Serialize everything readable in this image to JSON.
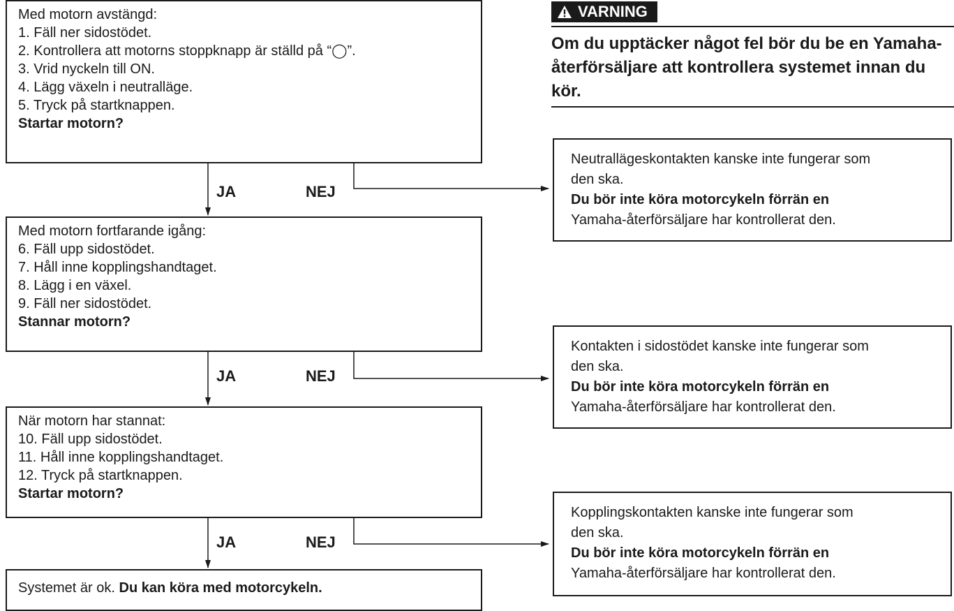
{
  "warning": {
    "title": "VARNING",
    "text": "Om du upptäcker något fel bör du be en Yamaha-återförsäljare att kontrollera systemet innan du kör."
  },
  "steps": [
    {
      "heading": "Med motorn avstängd:",
      "items": [
        "1. Fäll ner sidostödet.",
        "2. Kontrollera att motorns stoppknapp är ställd på “◯”.",
        "3. Vrid nyckeln till ON.",
        "4. Lägg växeln i neutralläge.",
        "5. Tryck på startknappen."
      ],
      "question": "Startar motorn?"
    },
    {
      "heading": "Med motorn fortfarande igång:",
      "items": [
        "6. Fäll upp sidostödet.",
        "7. Håll inne kopplingshandtaget.",
        "8. Lägg i en växel.",
        "9. Fäll ner sidostödet."
      ],
      "question": "Stannar motorn?"
    },
    {
      "heading": "När motorn har stannat:",
      "items": [
        "10. Fäll upp sidostödet.",
        "11. Håll inne kopplingshandtaget.",
        "12. Tryck på startknappen."
      ],
      "question": "Startar motorn?"
    }
  ],
  "final": {
    "plain": "Systemet är ok. ",
    "bold": "Du kan köra med motorcykeln."
  },
  "labels": {
    "yes": "JA",
    "no": "NEJ"
  },
  "results": [
    {
      "line1": "Neutrallägeskontakten kanske inte fungerar som",
      "line2": "den ska.",
      "line3": "Du bör inte köra motorcykeln förrän en",
      "line4": "Yamaha-återförsäljare har kontrollerat den."
    },
    {
      "line1": "Kontakten i sidostödet kanske inte fungerar som",
      "line2": "den ska.",
      "line3": "Du bör inte köra motorcykeln förrän en",
      "line4": "Yamaha-återförsäljare har kontrollerat den."
    },
    {
      "line1": "Kopplingskontakten kanske inte fungerar som",
      "line2": "den ska.",
      "line3": "Du bör inte köra motorcykeln förrän en",
      "line4": "Yamaha-återförsäljare har kontrollerat den."
    }
  ]
}
